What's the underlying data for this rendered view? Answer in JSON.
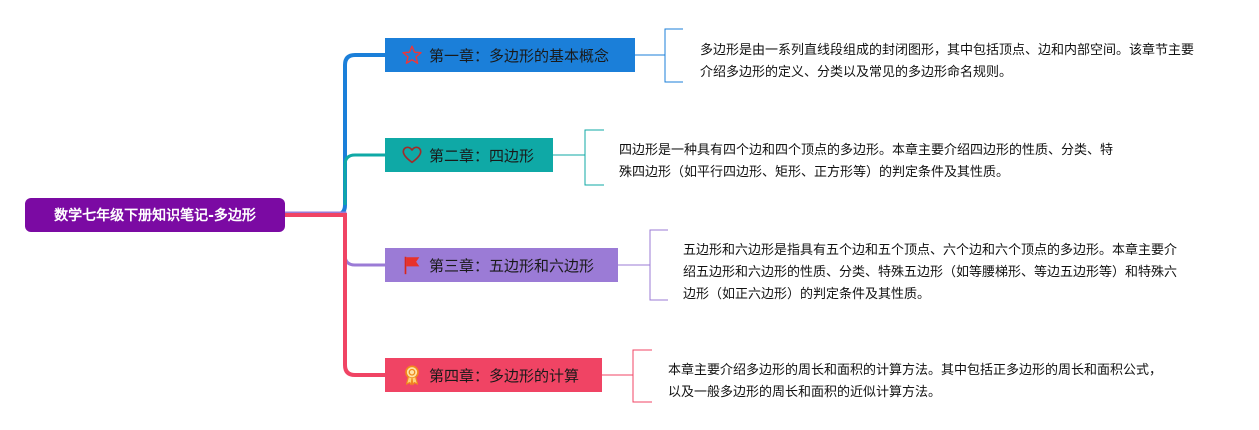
{
  "root": {
    "title": "数学七年级下册知识笔记-多边形"
  },
  "chapters": [
    {
      "label": "第一章：多边形的基本概念",
      "icon": "star-icon",
      "color": "#1b7fd9",
      "description": "多边形是由一系列直线段组成的封闭图形，其中包括顶点、边和内部空间。该章节主要介绍多边形的定义、分类以及常见的多边形命名规则。"
    },
    {
      "label": "第二章：四边形",
      "icon": "heart-icon",
      "color": "#0fa9a6",
      "description": "四边形是一种具有四个边和四个顶点的多边形。本章主要介绍四边形的性质、分类、特殊四边形（如平行四边形、矩形、正方形等）的判定条件及其性质。"
    },
    {
      "label": "第三章：五边形和六边形",
      "icon": "flag-icon",
      "color": "#9b7bd6",
      "description": "五边形和六边形是指具有五个边和五个顶点、六个边和六个顶点的多边形。本章主要介绍五边形和六边形的性质、分类、特殊五边形（如等腰梯形、等边五边形等）和特殊六边形（如正六边形）的判定条件及其性质。"
    },
    {
      "label": "第四章：多边形的计算",
      "icon": "award-icon",
      "color": "#f04464",
      "description": "本章主要介绍多边形的周长和面积的计算方法。其中包括正多边形的周长和面积公式，以及一般多边形的周长和面积的近似计算方法。"
    }
  ]
}
